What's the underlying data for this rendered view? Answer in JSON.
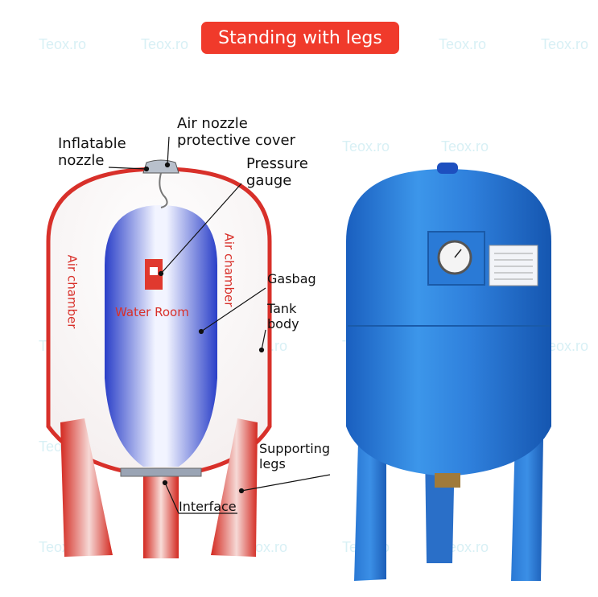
{
  "title": "Standing with legs",
  "watermark": "Teox.ro",
  "labels": {
    "inflatable_nozzle_1": "Inflatable",
    "inflatable_nozzle_2": "nozzle",
    "air_nozzle_1": "Air nozzle",
    "air_nozzle_2": "protective cover",
    "pressure_gauge_1": "Pressure",
    "pressure_gauge_2": "gauge",
    "gasbag": "Gasbag",
    "tank_body_1": "Tank",
    "tank_body_2": "body",
    "supporting_legs_1": "Supporting",
    "supporting_legs_2": "legs",
    "interface": "Interface",
    "air_chamber_left": "Air chamber",
    "air_chamber_right": "Air chamber",
    "water_room": "Water Room"
  },
  "colors": {
    "title_bg": "#f03a2b",
    "tank_red": "#d8302a",
    "bag_blue": "#3a5fd8",
    "product_blue": "#2f7fd8"
  }
}
